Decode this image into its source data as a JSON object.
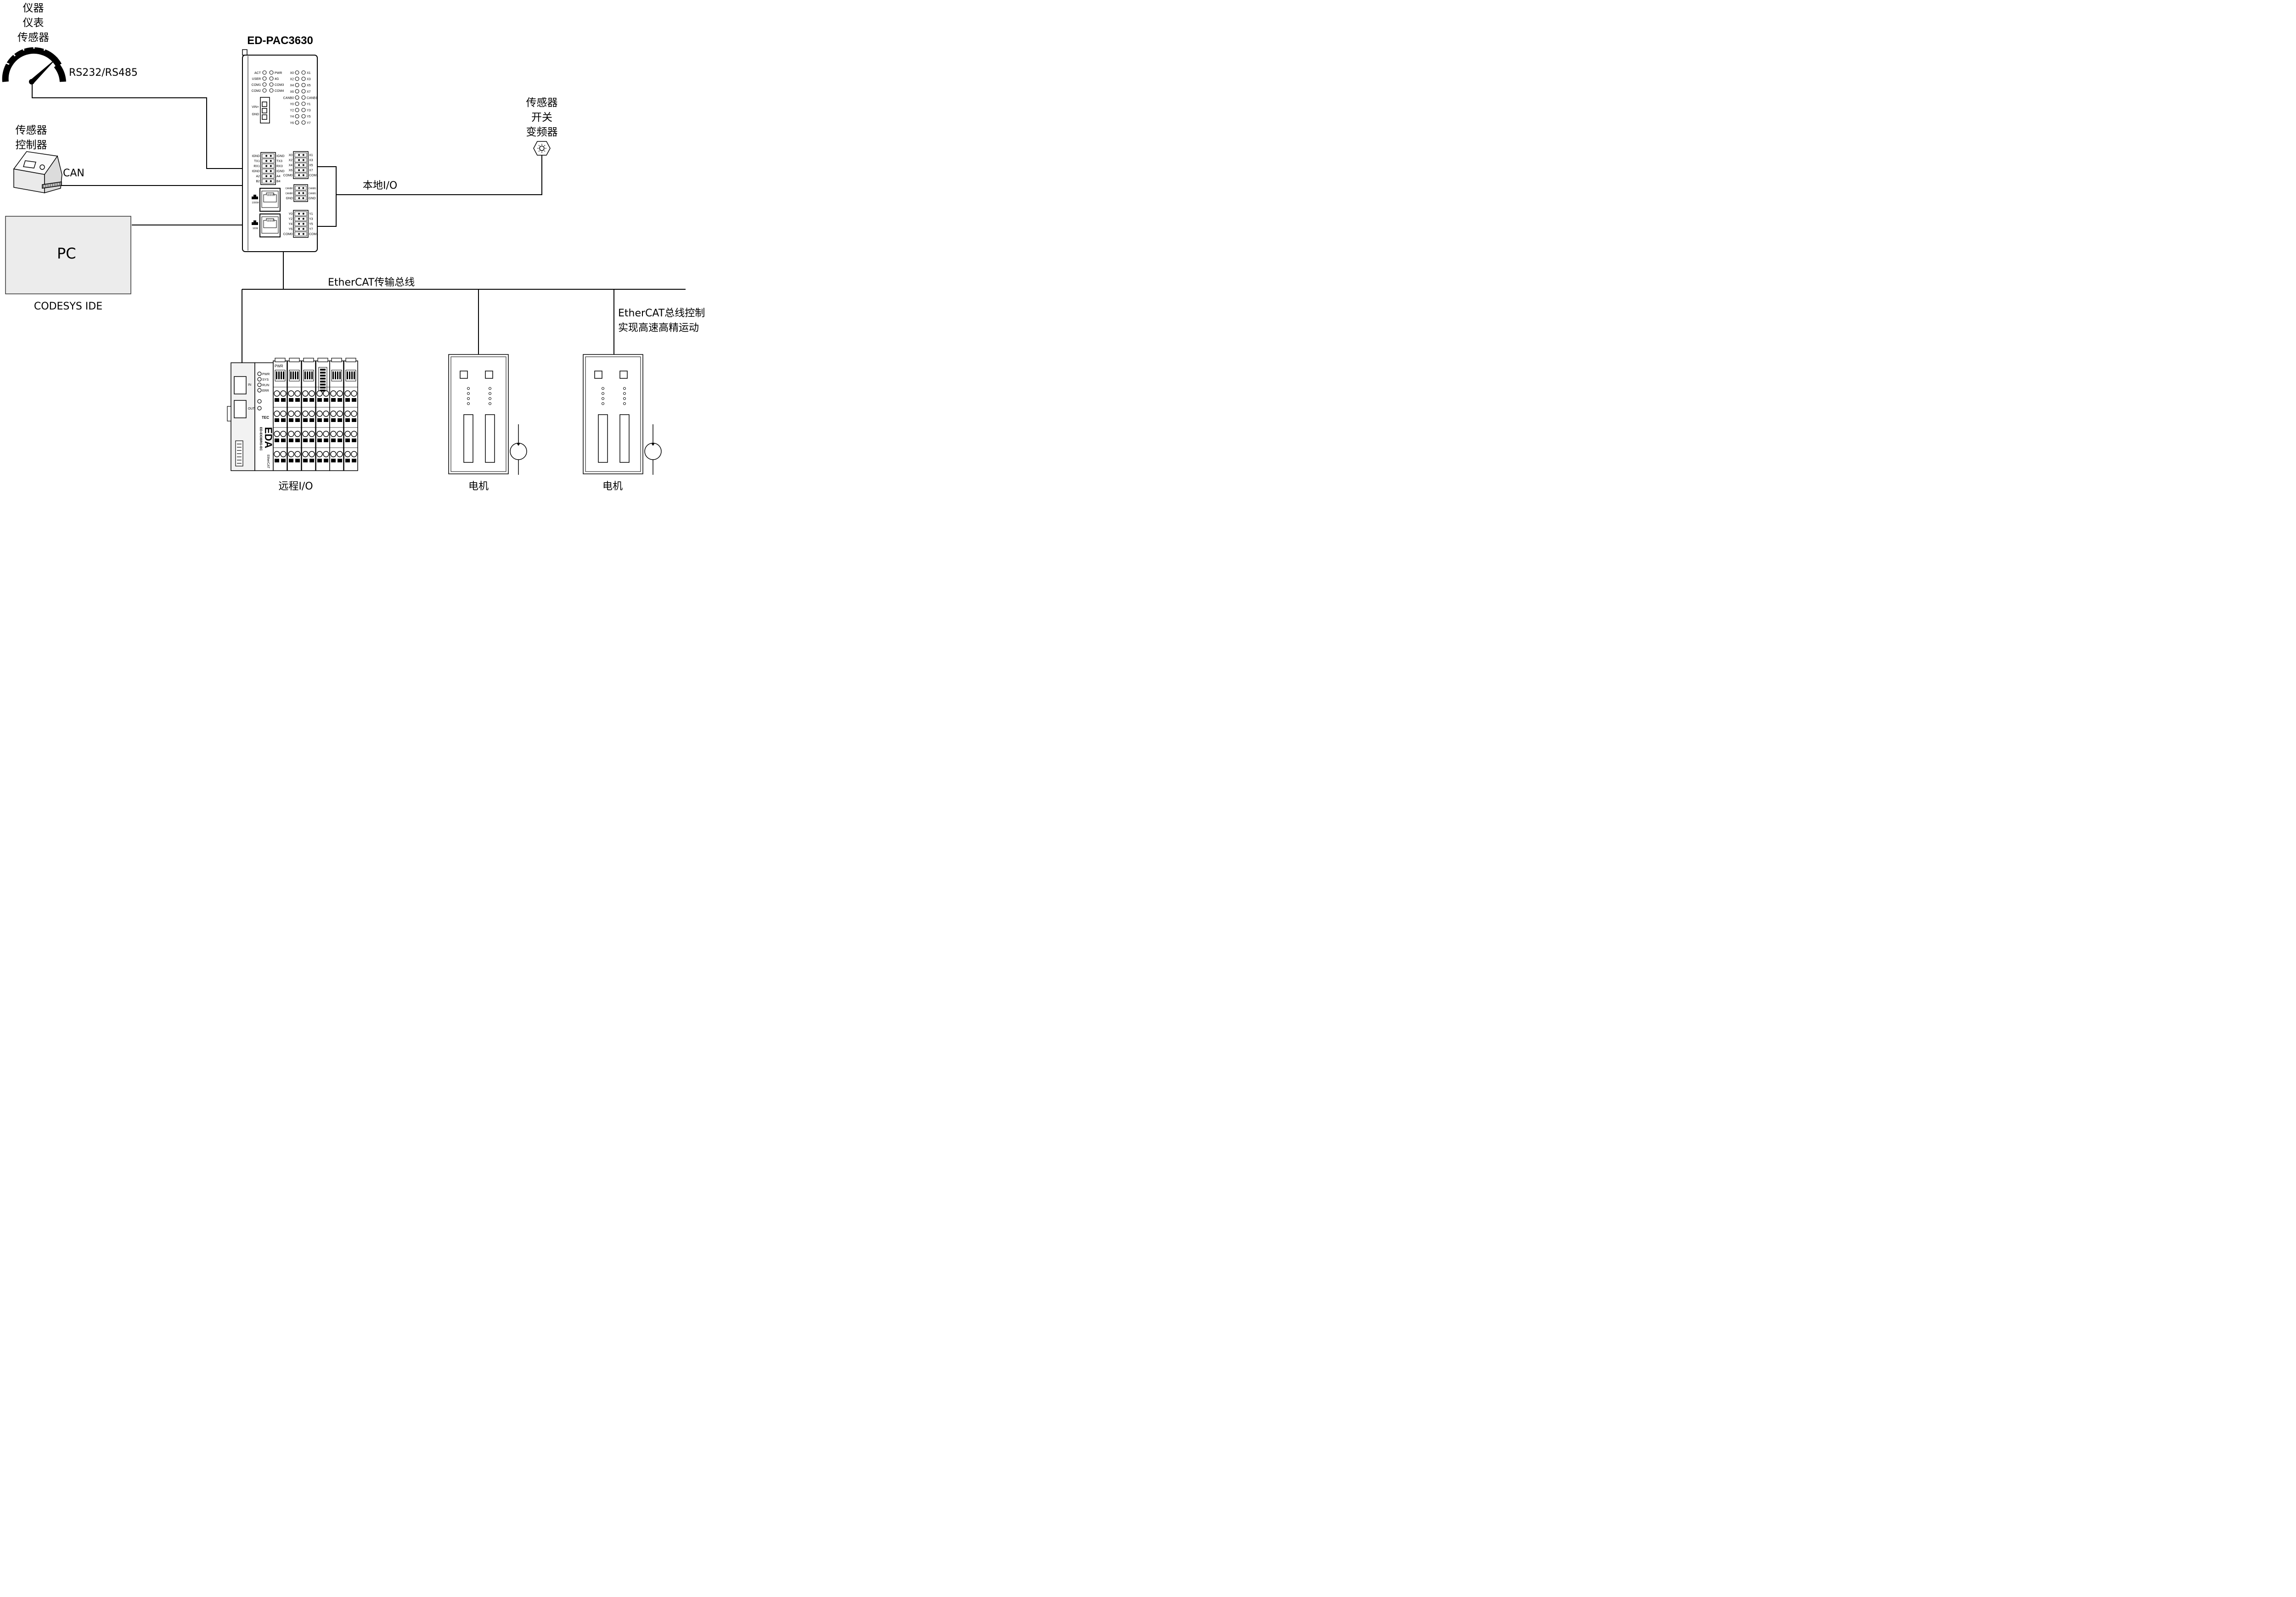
{
  "instrument_group": {
    "lines": [
      "仪器",
      "仪表",
      "传感器"
    ]
  },
  "rs_label": "RS232/RS485",
  "sensor_controller_group": {
    "lines": [
      "传感器",
      "控制器"
    ]
  },
  "can_label": "CAN",
  "pc": {
    "label": "PC",
    "caption": "CODESYS IDE"
  },
  "controller": {
    "title": "ED-PAC3630",
    "leds_left": [
      [
        "ACT",
        "PWR"
      ],
      [
        "USER",
        "4G"
      ],
      [
        "COM1",
        "COM3"
      ],
      [
        "COM2",
        "COM4"
      ]
    ],
    "leds_right": [
      [
        "X0",
        "X1"
      ],
      [
        "X2",
        "X3"
      ],
      [
        "X4",
        "X5"
      ],
      [
        "X6",
        "X7"
      ],
      [
        "CANB0",
        "CANB1"
      ],
      [
        "Y0",
        "Y1"
      ],
      [
        "Y2",
        "Y3"
      ],
      [
        "Y4",
        "Y5"
      ],
      [
        "Y6",
        "Y7"
      ]
    ],
    "power_labels": [
      "VIN+",
      "GND"
    ],
    "serial_left": [
      "IGND",
      "TX1",
      "RX1",
      "IGND",
      "A2",
      "B2"
    ],
    "serial_right": [
      "IGND",
      "TX3",
      "RX3",
      "IGND",
      "A4",
      "B4"
    ],
    "x_left": [
      "X0",
      "X2",
      "X4",
      "X6",
      "COM0"
    ],
    "x_right": [
      "X1",
      "X3",
      "X5",
      "X7",
      "COM1"
    ],
    "can_left": [
      "CANB0",
      "CANB0",
      "GND"
    ],
    "can_right": [
      "CANB1",
      "CANB1",
      "GND"
    ],
    "eth_labels": [
      "1000M",
      "100M"
    ],
    "y_left": [
      "Y0",
      "Y2",
      "Y4",
      "Y6",
      "COM0"
    ],
    "y_right": [
      "Y1",
      "Y3",
      "Y5",
      "Y7",
      "COM1"
    ]
  },
  "local_io_label": "本地I/O",
  "sensor_switch_group": {
    "lines": [
      "传感器",
      "开关",
      "变频器"
    ]
  },
  "ethercat_bus_label": "EtherCAT传输总线",
  "ethercat_note": {
    "lines": [
      "EtherCAT总线控制",
      "实现高速高精运动"
    ]
  },
  "remote_io": {
    "label": "远程I/O",
    "leds": [
      "PWR",
      "SYS",
      "RUN",
      "ERR"
    ],
    "ports": [
      "IN",
      "OUT"
    ],
    "brand": "EDA",
    "brand_sub": "TEC",
    "model": "ED-EIOBRG-EC",
    "bus_logo": "EtherCAT",
    "module_tag": "PWR"
  },
  "motor_labels": [
    "电机",
    "电机"
  ]
}
